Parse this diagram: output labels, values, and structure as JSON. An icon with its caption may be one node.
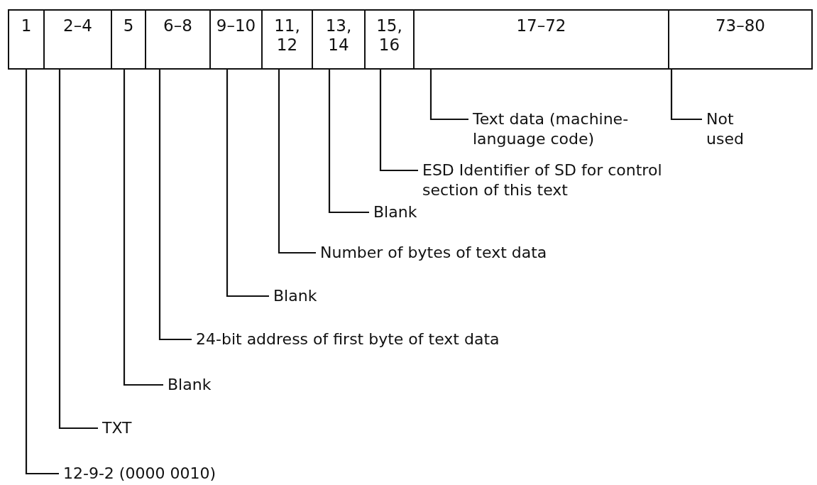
{
  "diagram": {
    "nodes": [
      {
        "text": [
          "1"
        ]
      },
      {
        "text": [
          "2–4"
        ]
      },
      {
        "text": [
          "5"
        ]
      },
      {
        "text": [
          "6–8"
        ]
      },
      {
        "text": [
          "9–10"
        ]
      },
      {
        "text": [
          "11, 12"
        ]
      },
      {
        "text": [
          "13, 14"
        ]
      },
      {
        "text": [
          "15, 16"
        ]
      },
      {
        "text": [
          "17–72"
        ]
      },
      {
        "text": [
          "73–80"
        ]
      },
      {
        "text": [
          "Text data (machine-language code)"
        ]
      },
      {
        "text": [
          "Not used"
        ]
      },
      {
        "text": [
          "ESD Identifier of SD for control section of this text"
        ]
      },
      {
        "text": [
          "Blank"
        ]
      },
      {
        "text": [
          "Number of bytes of text data"
        ]
      },
      {
        "text": [
          "Blank"
        ]
      },
      {
        "text": [
          "24-bit address of first byte of text data"
        ]
      },
      {
        "text": [
          "Blank"
        ]
      },
      {
        "text": [
          "TXT"
        ]
      },
      {
        "text": [
          "12-9-2 (0000 0010)"
        ]
      }
    ],
    "edges": [
      {
        "from": 8,
        "to": 10,
        "arrow": "none"
      },
      {
        "from": 9,
        "to": 11,
        "arrow": "none"
      },
      {
        "from": 7,
        "to": 12,
        "arrow": "none"
      },
      {
        "from": 6,
        "to": 13,
        "arrow": "none"
      },
      {
        "from": 5,
        "to": 14,
        "arrow": "none"
      },
      {
        "from": 4,
        "to": 15,
        "arrow": "none"
      },
      {
        "from": 3,
        "to": 16,
        "arrow": "none"
      },
      {
        "from": 2,
        "to": 17,
        "arrow": "none"
      },
      {
        "from": 1,
        "to": 18,
        "arrow": "none"
      },
      {
        "from": 0,
        "to": 19,
        "arrow": "none"
      }
    ]
  }
}
